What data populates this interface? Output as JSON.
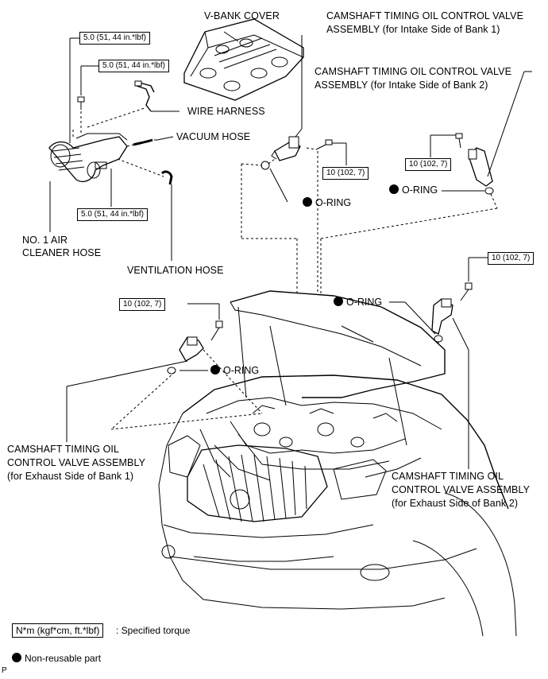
{
  "labels": {
    "vbank_cover": "V-BANK COVER",
    "intake_b1_l1": "CAMSHAFT TIMING OIL CONTROL VALVE",
    "intake_b1_l2": "ASSEMBLY (for Intake Side of Bank 1)",
    "intake_b2_l1": "CAMSHAFT TIMING OIL CONTROL VALVE",
    "intake_b2_l2": "ASSEMBLY (for Intake Side of Bank 2)",
    "wire_harness": "WIRE HARNESS",
    "vacuum_hose": "VACUUM HOSE",
    "air_hose_l1": "NO. 1 AIR",
    "air_hose_l2": "CLEANER HOSE",
    "ventilation_hose": "VENTILATION HOSE",
    "exhaust_b1_l1": "CAMSHAFT TIMING OIL",
    "exhaust_b1_l2": "CONTROL VALVE ASSEMBLY",
    "exhaust_b1_l3": "(for Exhaust Side of Bank 1)",
    "exhaust_b2_l1": "CAMSHAFT TIMING OIL",
    "exhaust_b2_l2": "CONTROL VALVE ASSEMBLY",
    "exhaust_b2_l3": "(for Exhaust Side of Bank 2)"
  },
  "torques": {
    "top_clamp": "5.0 (51, 44 in.*lbf)",
    "harness_bolt": "5.0 (51, 44 in.*lbf)",
    "lower_clamp": "5.0 (51, 44 in.*lbf)",
    "intake_b1": "10 (102, 7)",
    "intake_b2": "10 (102, 7)",
    "exhaust_b2": "10 (102, 7)",
    "exhaust_b1": "10 (102, 7)"
  },
  "orings": {
    "intake_b1": "O-RING",
    "intake_b2": "O-RING",
    "exhaust_b2": "O-RING",
    "exhaust_b1": "O-RING"
  },
  "legend": {
    "torque_box": "N*m (kgf*cm, ft.*lbf)",
    "torque_text": ": Specified torque",
    "nonreusable_text": "Non-reusable part"
  },
  "corner_mark": "P"
}
